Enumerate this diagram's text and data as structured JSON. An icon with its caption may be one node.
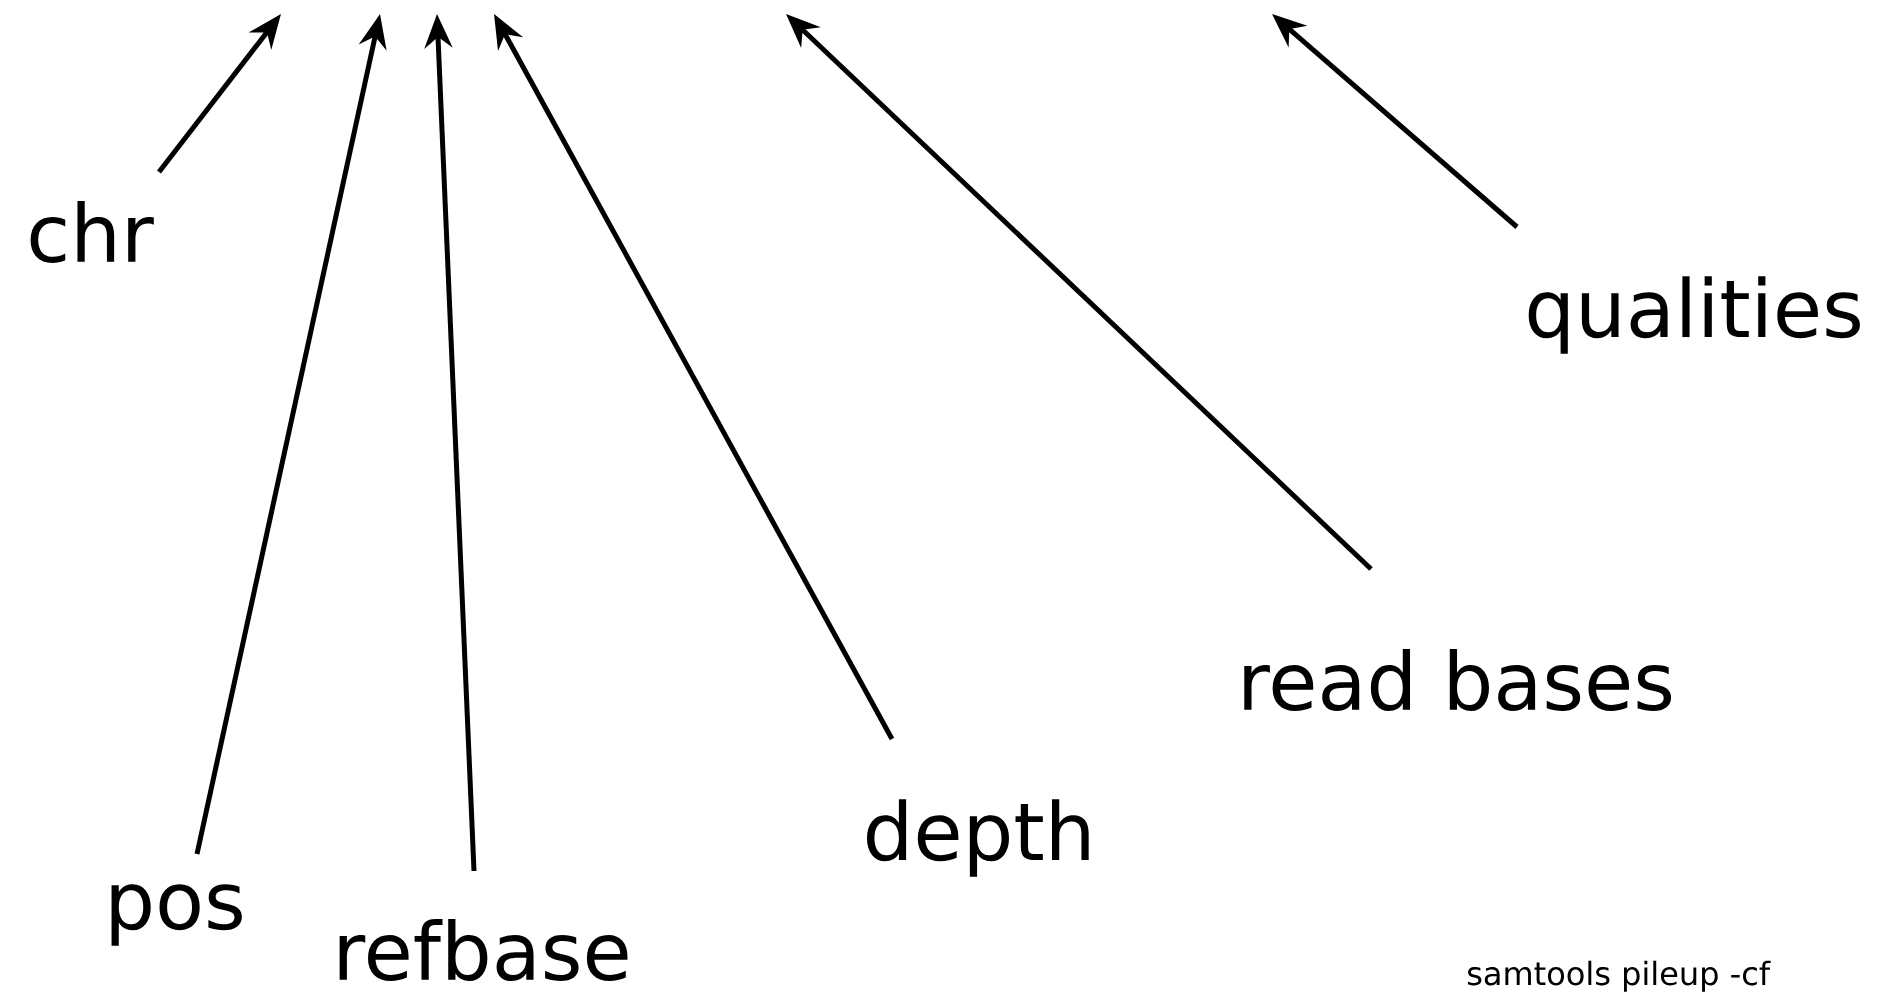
{
  "diagram": {
    "nodes": [
      {
        "text": [
          "chr"
        ]
      },
      {
        "text": [
          "pos"
        ]
      },
      {
        "text": [
          "refbase"
        ]
      },
      {
        "text": [
          "depth"
        ]
      },
      {
        "text": [
          "read bases"
        ]
      },
      {
        "text": [
          "qualities"
        ]
      }
    ],
    "edges": [
      {
        "from": 0,
        "to": null,
        "arrow": "to"
      },
      {
        "from": 1,
        "to": null,
        "arrow": "to"
      },
      {
        "from": 2,
        "to": null,
        "arrow": "to"
      },
      {
        "from": 3,
        "to": null,
        "arrow": "to"
      },
      {
        "from": 4,
        "to": null,
        "arrow": "to"
      },
      {
        "from": 5,
        "to": null,
        "arrow": "to"
      }
    ],
    "labels": [
      "samtools pileup -cf"
    ]
  }
}
